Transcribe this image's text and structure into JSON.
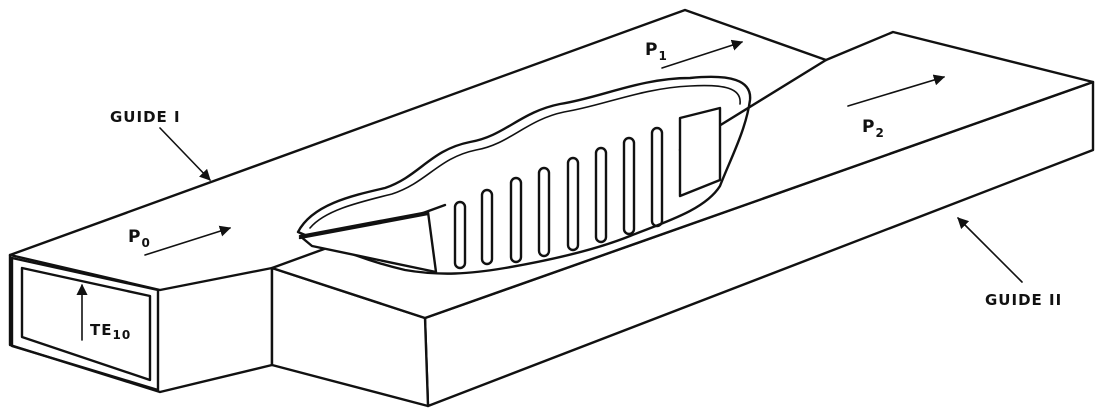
{
  "labels": {
    "guide_1": "GUIDE I",
    "guide_2": "GUIDE II",
    "p0": "P",
    "p0_sub": "0",
    "p1": "P",
    "p1_sub": "1",
    "p2": "P",
    "p2_sub": "2",
    "mode": "TE",
    "mode_sub": "10"
  },
  "colors": {
    "ink": "#111111",
    "paper": "#ffffff"
  }
}
